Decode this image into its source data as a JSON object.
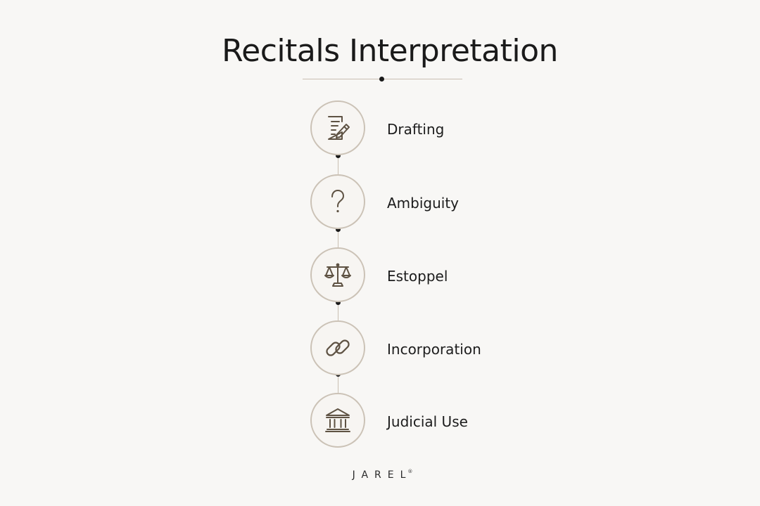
{
  "title": "Recitals Interpretation",
  "steps": [
    {
      "label": "Drafting",
      "icon": "document-pencil-icon"
    },
    {
      "label": "Ambiguity",
      "icon": "question-mark-icon"
    },
    {
      "label": "Estoppel",
      "icon": "scales-icon"
    },
    {
      "label": "Incorporation",
      "icon": "chain-link-icon"
    },
    {
      "label": "Judicial Use",
      "icon": "courthouse-icon"
    }
  ],
  "brand": {
    "name": "JAREL",
    "mark": "®"
  },
  "colors": {
    "background": "#f8f7f5",
    "accent_line": "#c9bfb2",
    "icon_stroke": "#5e5243",
    "text": "#1a1a1a"
  }
}
